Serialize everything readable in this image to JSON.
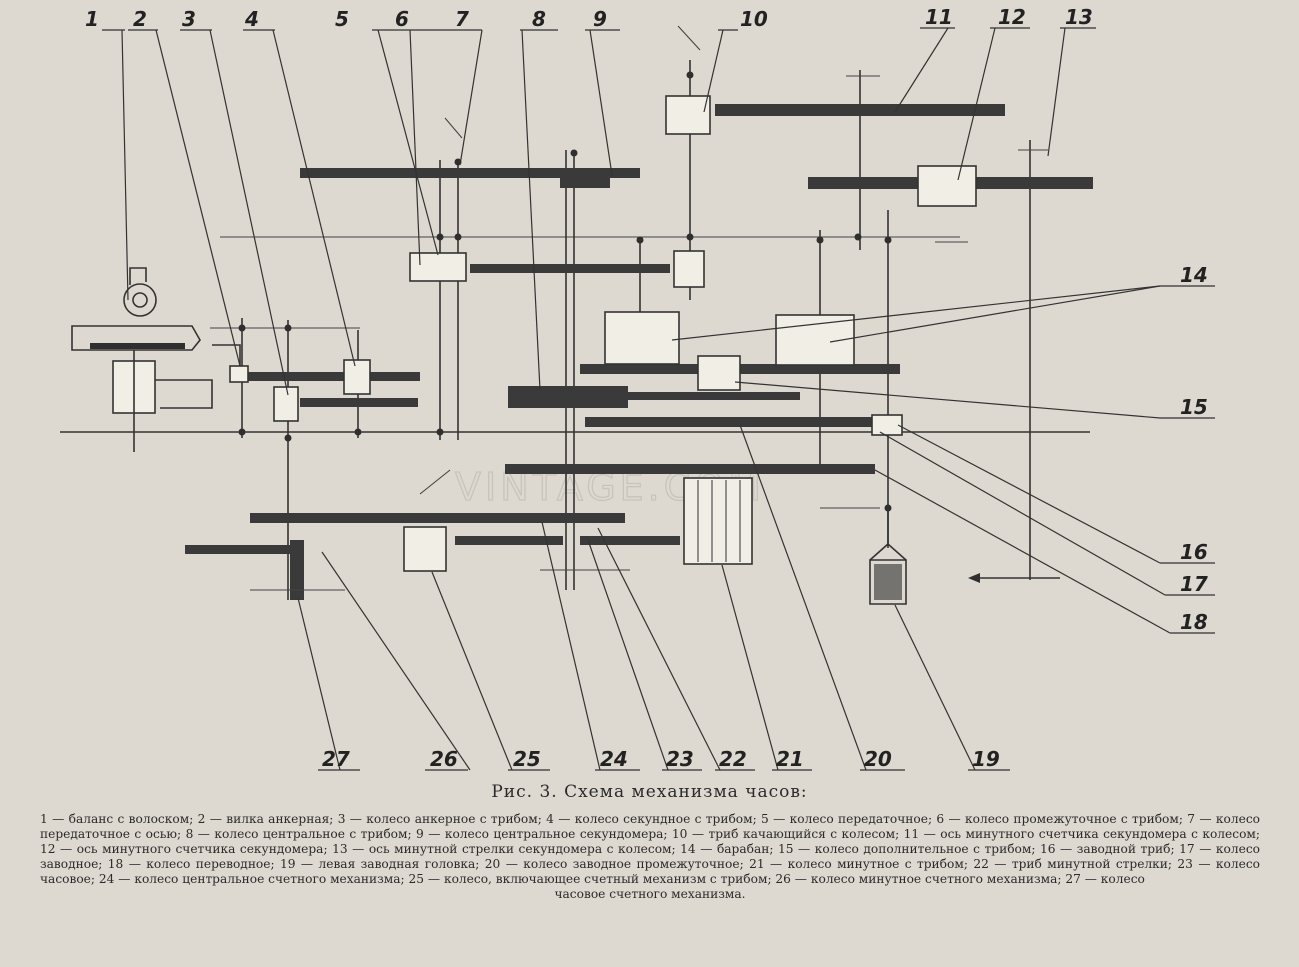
{
  "labels": [
    "1",
    "2",
    "3",
    "4",
    "5",
    "6",
    "7",
    "8",
    "9",
    "10",
    "11",
    "12",
    "13",
    "14",
    "15",
    "16",
    "17",
    "18",
    "19",
    "20",
    "21",
    "22",
    "23",
    "24",
    "25",
    "26",
    "27"
  ],
  "watermark": "VINTAGE.COM",
  "caption": {
    "title": "Рис. 3. Схема механизма часов:",
    "text": "1 — баланс с волоском; 2 — вилка анкерная; 3 — колесо анкерное с трибом; 4 — колесо секундное с трибом; 5 — колесо передаточное; 6 — колесо промежуточное с трибом; 7 — колесо передаточное с осью; 8 — колесо центральное с трибом; 9 — колесо центральное секундомера; 10 — триб качающийся с колесом; 11 — ось минутного счетчика секундомера с колесом; 12 — ось минутного счетчика секундомера; 13 — ось минутной стрелки секундомера с колесом; 14 — барабан; 15 — колесо дополнительное с трибом; 16 — заводной триб; 17 — колесо заводное; 18 — колесо переводное; 19 — левая заводная головка; 20 — колесо заводное промежуточное; 21 — колесо минутное с трибом; 22 — триб минутной стрелки; 23 — колесо часовое; 24 — колесо центральное счетного механизма; 25 — колесо, включающее счетный механизм с трибом; 26 — колесо минутное счетного механизма; 27 — колесо",
    "last_line": "часовое счетного механизма."
  }
}
